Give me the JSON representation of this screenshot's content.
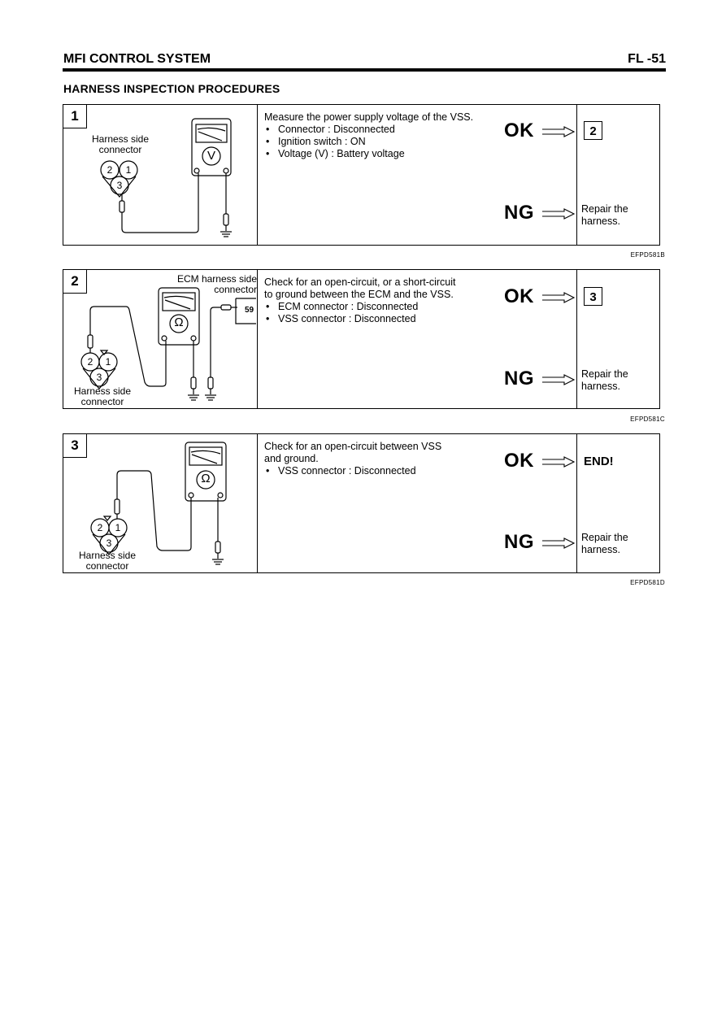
{
  "header": {
    "section_title": "MFI CONTROL SYSTEM",
    "page_number": "FL -51"
  },
  "page_subtitle": "HARNESS INSPECTION PROCEDURES",
  "steps": [
    {
      "number": "1",
      "diagram": {
        "label": "Harness side\nconnector",
        "meter_symbol": "V",
        "pins": [
          "2",
          "1",
          "3"
        ]
      },
      "description": "Measure the power supply voltage of the VSS.",
      "bullets": [
        "Connector : Disconnected",
        "Ignition switch : ON",
        "Voltage (V) : Battery voltage"
      ],
      "ok_label": "OK",
      "ok_result": "2",
      "ng_label": "NG",
      "ng_result": "Repair the\nharness.",
      "figure_code": "EFPD581B"
    },
    {
      "number": "2",
      "diagram": {
        "top_label": "ECM harness side connector",
        "pin_label": "59",
        "label": "Harness side\nconnector",
        "meter_symbol": "Ω",
        "pins": [
          "2",
          "1",
          "3"
        ]
      },
      "description": "Check for an open-circuit, or a short-circuit\nto ground between the ECM and the VSS.",
      "bullets": [
        "ECM connector : Disconnected",
        "VSS connector : Disconnected"
      ],
      "ok_label": "OK",
      "ok_result": "3",
      "ng_label": "NG",
      "ng_result": "Repair the\nharness.",
      "figure_code": "EFPD581C"
    },
    {
      "number": "3",
      "diagram": {
        "label": "Harness side\nconnector",
        "meter_symbol": "Ω",
        "pins": [
          "2",
          "1",
          "3"
        ]
      },
      "description": "Check for an open-circuit between VSS\nand ground.",
      "bullets": [
        "VSS connector : Disconnected"
      ],
      "ok_label": "OK",
      "ok_result": "END!",
      "ng_label": "NG",
      "ng_result": "Repair the\nharness.",
      "figure_code": "EFPD581D"
    }
  ]
}
